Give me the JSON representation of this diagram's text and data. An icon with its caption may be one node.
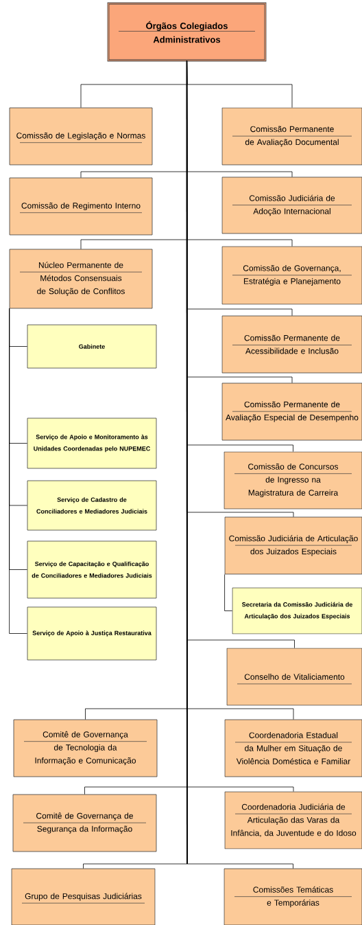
{
  "diagram": {
    "nodes": [
      {
        "text": [
          "Órgãos Colegiados Administrativos"
        ]
      },
      {
        "text": [
          "Comissão de Legislação e Normas"
        ]
      },
      {
        "text": [
          "Comissão Permanente de Avaliação Documental"
        ]
      },
      {
        "text": [
          "Comissão de Regimento Interno"
        ]
      },
      {
        "text": [
          "Comissão Judiciária de Adoção Internacional"
        ]
      },
      {
        "text": [
          "Núcleo Permanente de Métodos Consensuais de Solução de Conflitos"
        ]
      },
      {
        "text": [
          "Gabinete"
        ]
      },
      {
        "text": [
          "Serviço de Apoio e Monitoramento às Unidades Coordenadas pelo NUPEMEC"
        ]
      },
      {
        "text": [
          "Serviço de Cadastro de Conciliadores e Mediadores Judiciais"
        ]
      },
      {
        "text": [
          "Serviço de Capacitação e Qualificação de Conciliadores e Mediadores Judiciais"
        ]
      },
      {
        "text": [
          "Serviço de Apoio à Justiça Restaurativa"
        ]
      },
      {
        "text": [
          "Comissão de Governança, Estratégia e Planejamento"
        ]
      },
      {
        "text": [
          "Comissão Permanente de Acessibilidade e Inclusão"
        ]
      },
      {
        "text": [
          "Comissão Permanente de Avaliação Especial de Desempenho"
        ]
      },
      {
        "text": [
          "Comissão de Concursos de Ingresso na Magistratura de Carreira"
        ]
      },
      {
        "text": [
          "Comissão Judiciária de Articulação dos Juizados Especiais"
        ]
      },
      {
        "text": [
          "Secretaria da Comissão Judiciária de Articulação dos Juizados Especiais"
        ]
      },
      {
        "text": [
          "Conselho de Vitaliciamento"
        ]
      },
      {
        "text": [
          "Comitê de Governança de Tecnologia da Informação e Comunicação"
        ]
      },
      {
        "text": [
          "Coordenadoria Estadual da Mulher em Situação de Violência Doméstica e Familiar"
        ]
      },
      {
        "text": [
          "Comitê de Governança de Segurança da Informação"
        ]
      },
      {
        "text": [
          "Coordenadoria Judiciária de Articulação das Varas da Infância, da Juventude e do Idoso"
        ]
      },
      {
        "text": [
          "Grupo de Pesquisas Judiciárias"
        ]
      },
      {
        "text": [
          "Comissões Temáticas e Temporárias"
        ]
      }
    ],
    "edges": [
      {
        "from": 0,
        "to": 1,
        "arrow": "none"
      },
      {
        "from": 0,
        "to": 2,
        "arrow": "none"
      },
      {
        "from": 0,
        "to": 3,
        "arrow": "none"
      },
      {
        "from": 0,
        "to": 4,
        "arrow": "none"
      },
      {
        "from": 0,
        "to": 5,
        "arrow": "none"
      },
      {
        "from": 0,
        "to": 11,
        "arrow": "none"
      },
      {
        "from": 0,
        "to": 12,
        "arrow": "none"
      },
      {
        "from": 0,
        "to": 13,
        "arrow": "none"
      },
      {
        "from": 0,
        "to": 14,
        "arrow": "none"
      },
      {
        "from": 0,
        "to": 15,
        "arrow": "none"
      },
      {
        "from": 0,
        "to": 17,
        "arrow": "none"
      },
      {
        "from": 0,
        "to": 18,
        "arrow": "none"
      },
      {
        "from": 0,
        "to": 19,
        "arrow": "none"
      },
      {
        "from": 0,
        "to": 20,
        "arrow": "none"
      },
      {
        "from": 0,
        "to": 21,
        "arrow": "none"
      },
      {
        "from": 0,
        "to": 22,
        "arrow": "none"
      },
      {
        "from": 0,
        "to": 23,
        "arrow": "none"
      },
      {
        "from": 5,
        "to": 6,
        "arrow": "none"
      },
      {
        "from": 5,
        "to": 7,
        "arrow": "none"
      },
      {
        "from": 5,
        "to": 8,
        "arrow": "none"
      },
      {
        "from": 5,
        "to": 9,
        "arrow": "none"
      },
      {
        "from": 5,
        "to": 10,
        "arrow": "none"
      },
      {
        "from": 15,
        "to": 16,
        "arrow": "none"
      }
    ]
  }
}
